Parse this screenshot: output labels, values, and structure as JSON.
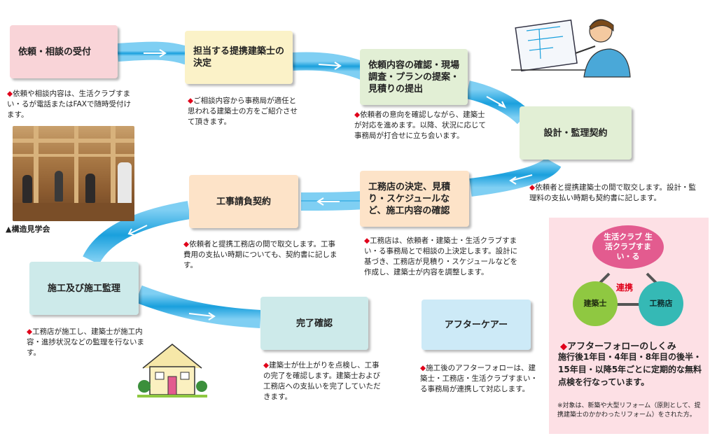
{
  "steps": [
    {
      "id": "s1",
      "title": "依頼・相談の受付",
      "note": "依頼や相談内容は、生活クラブすまい・るが電話またはFAXで随時受付けます。"
    },
    {
      "id": "s2",
      "title": "担当する提携建築士の決定",
      "note": "ご相談内容から事務局が適任と思われる建築士の方をご紹介させて頂きます。"
    },
    {
      "id": "s3",
      "title": "依頼内容の確認・現場調査・プランの提案・見積りの提出",
      "note": "依頼者の意向を確認しながら、建築士が対応を進めます。以降、状況に応じて事務局が打合せに立ち会います。"
    },
    {
      "id": "s4",
      "title": "設計・監理契約",
      "note": "依頼者と提携建築士の間で取交します。設計・監理料の支払い時期も契約書に記します。"
    },
    {
      "id": "s5",
      "title": "工務店の決定、見積り・スケジュールなど、施工内容の確認",
      "note": "工務店は、依頼者・建築士・生活クラブすまい・る事務局とで相談の上決定します。設計に基づき、工務店が見積り・スケジュールなどを作成し、建築士が内容を調整します。"
    },
    {
      "id": "s6",
      "title": "工事請負契約",
      "note": "依頼者と提携工務店の間で取交します。工事費用の支払い時期についても、契約書に記します。"
    },
    {
      "id": "s7",
      "title": "施工及び施工監理",
      "note": "工務店が施工し、建築士が施工内容・進捗状況などの監理を行ないます。"
    },
    {
      "id": "s8",
      "title": "完了確認",
      "note": "建築士が仕上がりを点検し、工事の完了を確認します。建築士および工務店への支払いを完了していただきます。"
    },
    {
      "id": "s9",
      "title": "アフターケアー",
      "note": "施工後のアフターフォローは、建築士・工務店・生活クラブすまい・る事務局が連携して対応します。"
    }
  ],
  "marker": "◆",
  "photo_caption": "▲構造見学会",
  "system": {
    "center_label": "連携",
    "circles": [
      "生活クラブ 生活クラブすまい・る",
      "建築士",
      "工務店"
    ],
    "title": "アフターフォローのしくみ",
    "description": "施行後1年目・4年目・8年目の後半・15年目・以降5年ごとに定期的な無料点検を行なっています。",
    "footnote": "※対象は、新築や大型リフォーム（原則として、提携建築士のかかわったリフォーム）をされた方。"
  },
  "colors": {
    "arrow": "#1aa0dd",
    "arrow_light": "#7fcff3",
    "marker": "#e0001a",
    "circle_pink": "#e35b8f",
    "circle_green": "#8fc841",
    "circle_teal": "#35b9b5"
  }
}
